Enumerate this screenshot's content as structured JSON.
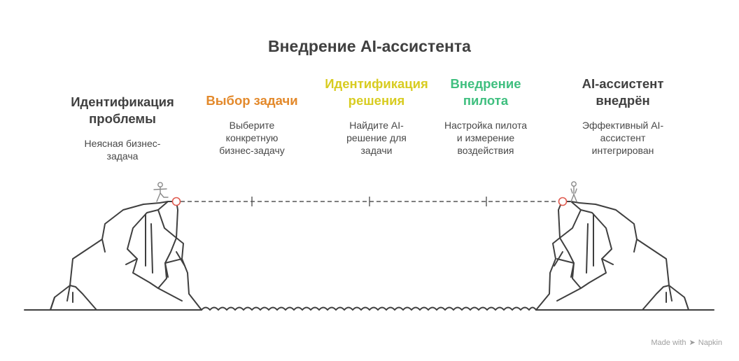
{
  "title": "Внедрение AI-ассистента",
  "colors": {
    "ink": "#3f3f3f",
    "stage1": "#404040",
    "stage2": "#e3892b",
    "stage3": "#d8cc21",
    "stage4": "#3fbf7f",
    "stage5": "#404040",
    "marker": "#e05a4f"
  },
  "stages": [
    {
      "title_lines": [
        "Идентификация",
        "проблемы"
      ],
      "desc_lines": [
        "Неясная бизнес-",
        "задача"
      ]
    },
    {
      "title_lines": [
        "Выбор задачи"
      ],
      "desc_lines": [
        "Выберите",
        "конкретную",
        "бизнес-задачу"
      ]
    },
    {
      "title_lines": [
        "Идентификация",
        "решения"
      ],
      "desc_lines": [
        "Найдите AI-",
        "решение для",
        "задачи"
      ]
    },
    {
      "title_lines": [
        "Внедрение",
        "пилота"
      ],
      "desc_lines": [
        "Настройка пилота",
        "и измерение",
        "воздействия"
      ]
    },
    {
      "title_lines": [
        "AI-ассистент",
        "внедрён"
      ],
      "desc_lines": [
        "Эффективный AI-",
        "ассистент",
        "интегрирован"
      ]
    }
  ],
  "icons": {
    "start_figure": "stick-figure-icon",
    "end_figure": "stick-figure-icon",
    "brand": "napkin-icon"
  },
  "footer": {
    "made_with": "Made with",
    "brand": "Napkin"
  }
}
